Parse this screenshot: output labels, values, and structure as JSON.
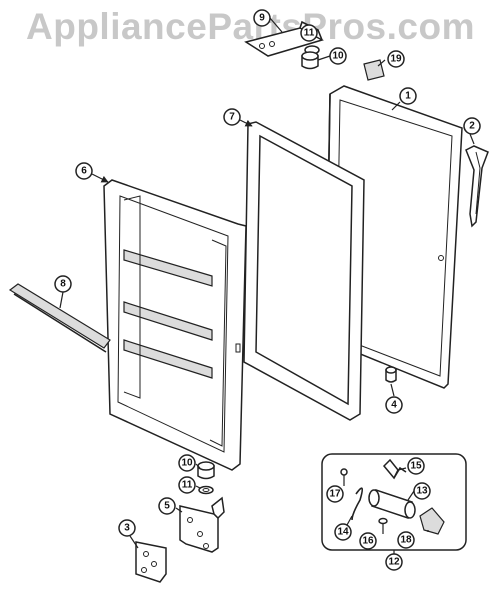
{
  "watermark": "AppliancePartsPros.com",
  "callouts": {
    "c1": "1",
    "c2": "2",
    "c3": "3",
    "c4": "4",
    "c5": "5",
    "c6": "6",
    "c7": "7",
    "c8": "8",
    "c9": "9",
    "c10a": "10",
    "c10b": "10",
    "c11a": "11",
    "c11b": "11",
    "c12": "12",
    "c13": "13",
    "c14": "14",
    "c15": "15",
    "c16": "16",
    "c17": "17",
    "c18": "18",
    "c19": "19"
  }
}
